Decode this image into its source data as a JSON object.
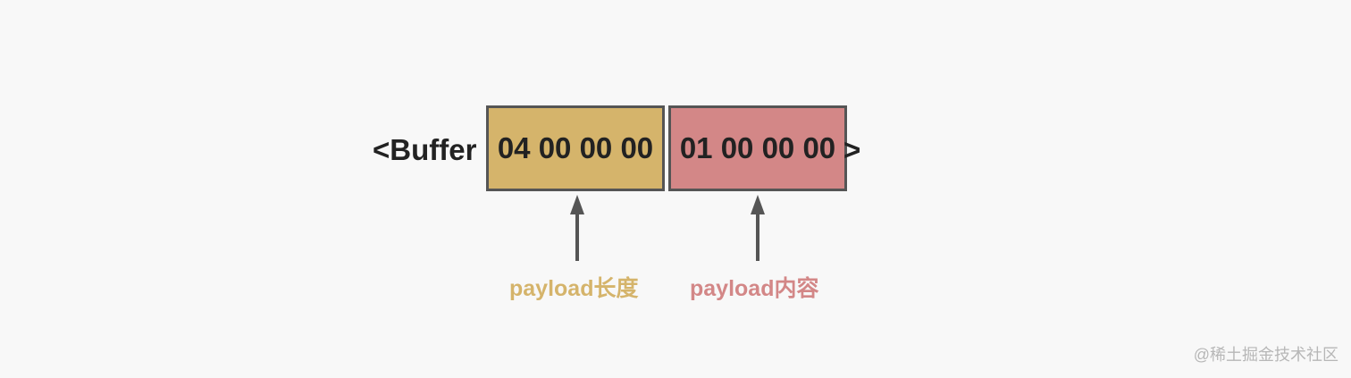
{
  "buffer": {
    "prefix": "<Buffer",
    "suffix": ">",
    "length_bytes": "04 00 00 00",
    "content_bytes": "01 00 00 00"
  },
  "labels": {
    "length": "payload长度",
    "content": "payload内容"
  },
  "watermark": "@稀土掘金技术社区",
  "colors": {
    "length": "#d5b46b",
    "content": "#d38787",
    "border": "#555555",
    "text": "#222222"
  }
}
